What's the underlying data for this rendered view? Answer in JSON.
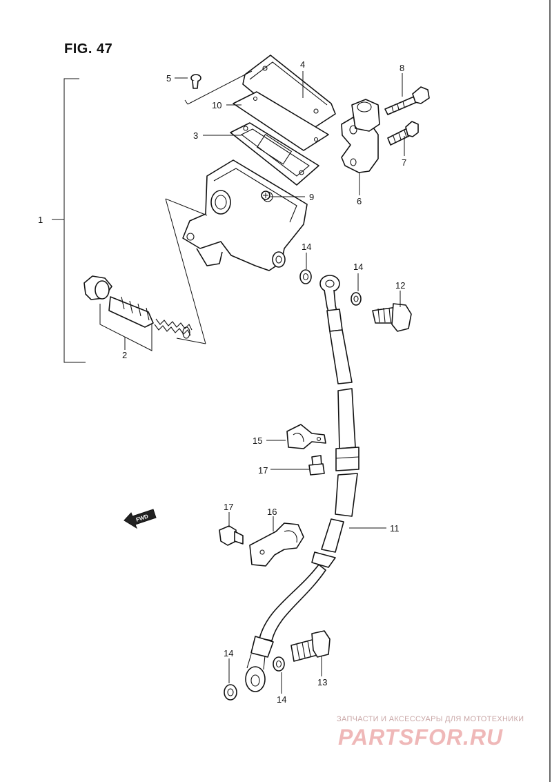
{
  "figure": {
    "title": "FIG. 47",
    "fwd_label": "FWD"
  },
  "callouts": {
    "c1": "1",
    "c2": "2",
    "c3": "3",
    "c4": "4",
    "c5": "5",
    "c6": "6",
    "c7": "7",
    "c8": "8",
    "c9": "9",
    "c10": "10",
    "c11": "11",
    "c12": "12",
    "c13": "13",
    "c14a": "14",
    "c14b": "14",
    "c14c": "14",
    "c14d": "14",
    "c15": "15",
    "c16": "16",
    "c17a": "17",
    "c17b": "17"
  },
  "watermark": {
    "tagline": "ЗАПЧАСТИ И АКСЕССУАРЫ ДЛЯ МОТОТЕХНИКИ",
    "logo": "PARTSFOR.RU"
  },
  "colors": {
    "ink": "#111111",
    "watermark_tagline": "#c9a7a7",
    "watermark_logo": "#efb8b8"
  }
}
